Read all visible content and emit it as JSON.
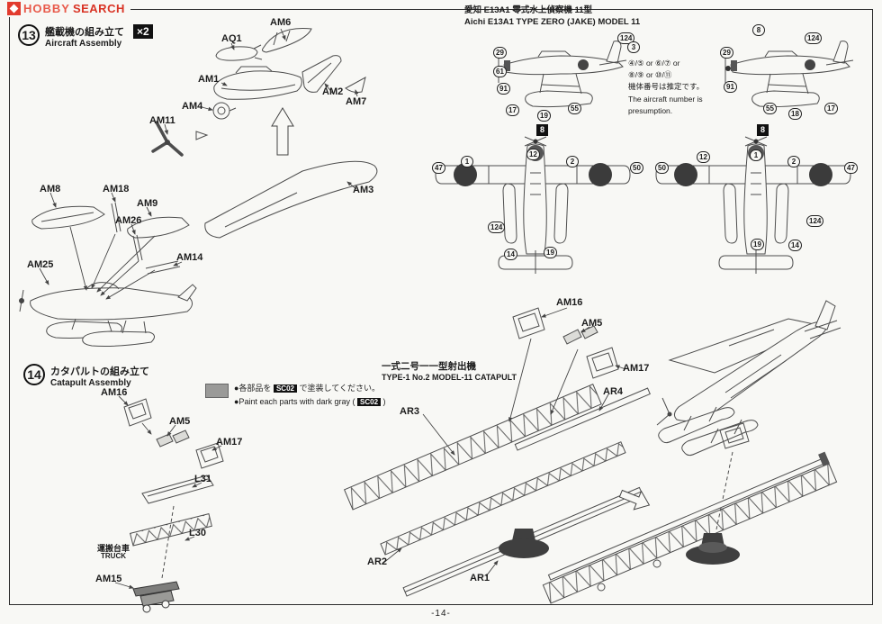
{
  "logo": {
    "prefix": "HOBBY",
    "suffix": "SEARCH"
  },
  "page_number": "-14-",
  "step13": {
    "number": "13",
    "title_jp": "艦載機の組み立て",
    "title_en": "Aircraft Assembly",
    "multiplier": "×2",
    "parts": [
      "AM6",
      "AQ1",
      "AM1",
      "AM2",
      "AM7",
      "AM4",
      "AM11",
      "AM3",
      "AM8",
      "AM18",
      "AM9",
      "AM26",
      "AM14",
      "AM25"
    ]
  },
  "aircraft_note": {
    "title_jp": "愛知 E13A1 零式水上偵察機 11型",
    "title_en": "Aichi E13A1 TYPE ZERO (JAKE) MODEL 11",
    "decal_line1": "④/⑤ or ⑥/⑦ or",
    "decal_line2": "⑧/⑨ or ⑩/⑪",
    "note_jp": "機体番号は推定です。",
    "note_en1": "The aircraft number is",
    "note_en2": "presumption."
  },
  "callouts": [
    "124",
    "29",
    "61",
    "91",
    "3",
    "17",
    "19",
    "55",
    "124",
    "29",
    "8",
    "91",
    "55",
    "18",
    "17",
    "47",
    "1",
    "12",
    "2",
    "50",
    "124",
    "14",
    "19",
    "50",
    "12",
    "1",
    "2",
    "47",
    "124",
    "14",
    "19"
  ],
  "badges": [
    "8",
    "8"
  ],
  "step14": {
    "number": "14",
    "title_jp": "カタパルトの組み立て",
    "title_en": "Catapult Assembly",
    "parts": [
      "AM16",
      "AM5",
      "AM17",
      "L31",
      "L30",
      "AM15"
    ],
    "truck_jp": "運搬台車",
    "truck_en": "TRUCK"
  },
  "paint_note": {
    "jp_pre": "●各部品を",
    "jp_post": "で塗装してください。",
    "en_pre": "●Paint each parts with dark gray (",
    "en_post": ")",
    "code": "SC02"
  },
  "catapult": {
    "title_jp": "一式二号一一型射出機",
    "title_en": "TYPE-1 No.2 MODEL-11 CATAPULT",
    "parts": [
      "AM16",
      "AM5",
      "AM17",
      "AR4",
      "AR3",
      "AR2",
      "AR1"
    ]
  }
}
